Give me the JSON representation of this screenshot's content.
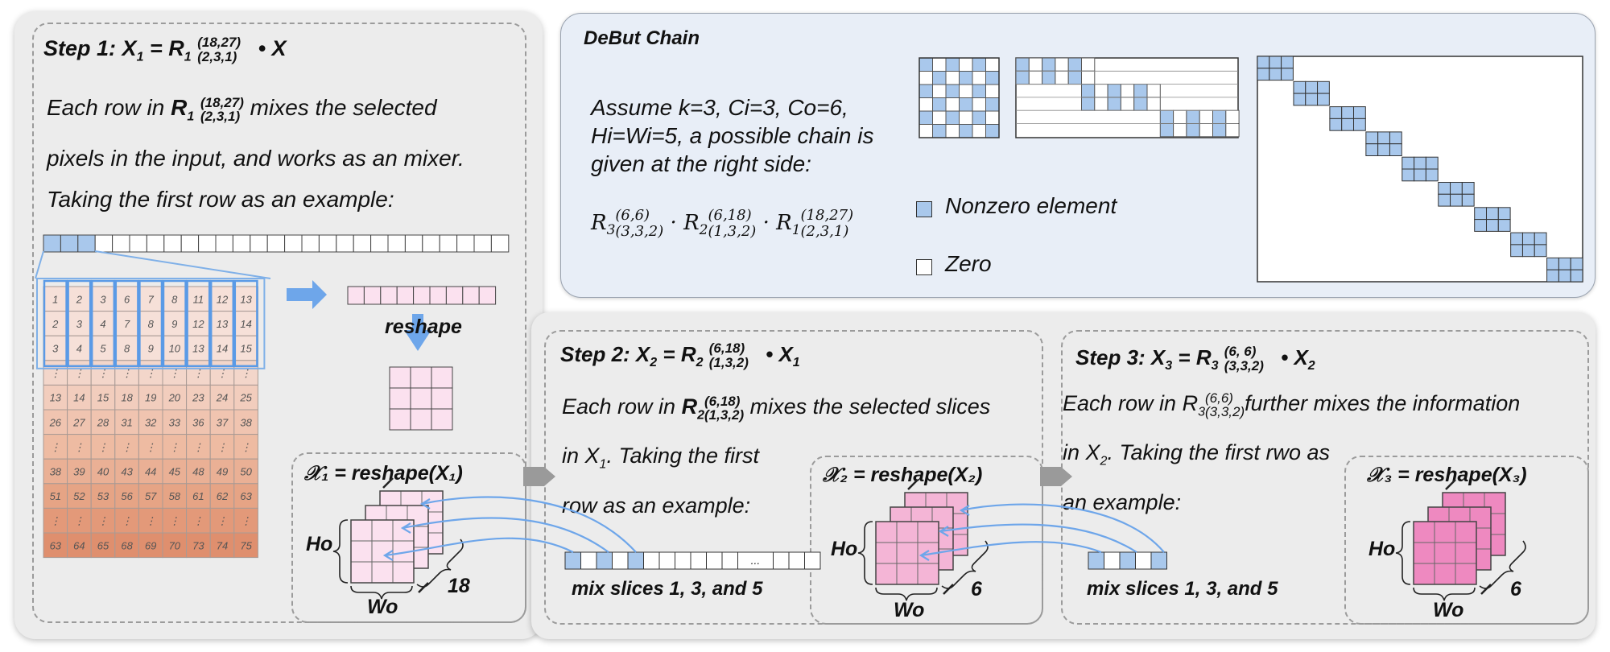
{
  "step1": {
    "title_prefix": "Step 1:",
    "lhs": "X",
    "lhs_sub": "1",
    "eq": "=",
    "rhs_r": "R",
    "rhs_r_sub": "1",
    "rhs_sup": "(18,27)",
    "rhs_subidx": "(2,3,1)",
    "rhs_tail": "• X",
    "line1_a": "Each row in",
    "line1_r": "R",
    "line1_rsub": "1",
    "line1_sup": "(18,27)",
    "line1_subidx": "(2,3,1)",
    "line1_b": "mixes the selected",
    "line2": "pixels in the input, and works as an mixer.",
    "line3": "Taking the first row as an example:",
    "reshape_label": "reshape",
    "xref_label": "𝒳₁ = reshape(X₁)",
    "stack_count": "18",
    "ho": "Ho",
    "wo": "Wo",
    "grid_rows": [
      [
        "1",
        "2",
        "3",
        "6",
        "7",
        "8",
        "11",
        "12",
        "13"
      ],
      [
        "2",
        "3",
        "4",
        "7",
        "8",
        "9",
        "12",
        "13",
        "14"
      ],
      [
        "3",
        "4",
        "5",
        "8",
        "9",
        "10",
        "13",
        "14",
        "15"
      ],
      [
        "⋮",
        "⋮",
        "⋮",
        "⋮",
        "⋮",
        "⋮",
        "⋮",
        "⋮",
        "⋮"
      ],
      [
        "13",
        "14",
        "15",
        "18",
        "19",
        "20",
        "23",
        "24",
        "25"
      ],
      [
        "26",
        "27",
        "28",
        "31",
        "32",
        "33",
        "36",
        "37",
        "38"
      ],
      [
        "⋮",
        "⋮",
        "⋮",
        "⋮",
        "⋮",
        "⋮",
        "⋮",
        "⋮",
        "⋮"
      ],
      [
        "38",
        "39",
        "40",
        "43",
        "44",
        "45",
        "48",
        "49",
        "50"
      ],
      [
        "51",
        "52",
        "53",
        "56",
        "57",
        "58",
        "61",
        "62",
        "63"
      ],
      [
        "⋮",
        "⋮",
        "⋮",
        "⋮",
        "⋮",
        "⋮",
        "⋮",
        "⋮",
        "⋮"
      ],
      [
        "63",
        "64",
        "65",
        "68",
        "69",
        "70",
        "73",
        "74",
        "75"
      ]
    ]
  },
  "chain": {
    "title": "DeBut Chain",
    "assume1": "Assume k=3, Ci=3, Co=6,",
    "assume2": "Hi=Wi=5, a possible chain is",
    "assume3": "given at the right side:",
    "r3": "R",
    "r3_sub": "3",
    "r3_sup": "(6,6)",
    "r3_idx": "(3,3,2)",
    "r2": "R",
    "r2_sub": "2",
    "r2_sup": "(6,18)",
    "r2_idx": "(1,3,2)",
    "r1": "R",
    "r1_sub": "1",
    "r1_sup": "(18,27)",
    "r1_idx": "(2,3,1)",
    "dot": "·",
    "legend_nonzero": "Nonzero element",
    "legend_zero": "Zero"
  },
  "step2": {
    "title_prefix": "Step 2:",
    "lhs": "X",
    "lhs_sub": "2",
    "eq": "=",
    "rhs_r": "R",
    "rhs_r_sub": "2",
    "rhs_sup": "(6,18)",
    "rhs_subidx": "(1,3,2)",
    "rhs_tail": "• X",
    "rhs_tail_sub": "1",
    "line1_a": "Each row in",
    "line1_r": "R",
    "line1_rsub": "2",
    "line1_sup": "(6,18)",
    "line1_subidx": "(1,3,2)",
    "line1_b": "mixes the selected slices",
    "line2_a": "in X",
    "line2_sub": "1",
    "line2_b": ". Taking the first",
    "line3": "row as an example:",
    "mix_label": "mix slices 1, 3, and 5",
    "ellipsis": "...",
    "xref_label": "𝒳₂ = reshape(X₂)",
    "stack_count": "6",
    "ho": "Ho",
    "wo": "Wo"
  },
  "step3": {
    "title_prefix": "Step 3:",
    "lhs": "X",
    "lhs_sub": "3",
    "eq": "=",
    "rhs_r": "R",
    "rhs_r_sub": "3",
    "rhs_sup": "(6, 6)",
    "rhs_subidx": "(3,3,2)",
    "rhs_tail": "• X",
    "rhs_tail_sub": "2",
    "line1_a": "Each row in",
    "line1_r": "R",
    "line1_rsub": "3",
    "line1_sup": "(6,6)",
    "line1_subidx": "(3,3,2)",
    "line1_b": "further mixes the information",
    "line2_a": "in X",
    "line2_sub": "2",
    "line2_b": ". Taking the first rwo as",
    "line3": "an example:",
    "mix_label": "mix slices 1, 3, and 5",
    "xref_label": "𝒳₃ = reshape(X₃)",
    "stack_count": "6",
    "ho": "Ho",
    "wo": "Wo"
  },
  "colors": {
    "nonzero_blue": "#a9c8ec",
    "cell_pink": "#fbe1ef",
    "pink_mid": "#f4b5d6",
    "pink_dark": "#ee89c0",
    "arrow_blue": "#6ea6ea",
    "panel_gray": "#ececec",
    "panel_blue": "#e8eef7"
  }
}
